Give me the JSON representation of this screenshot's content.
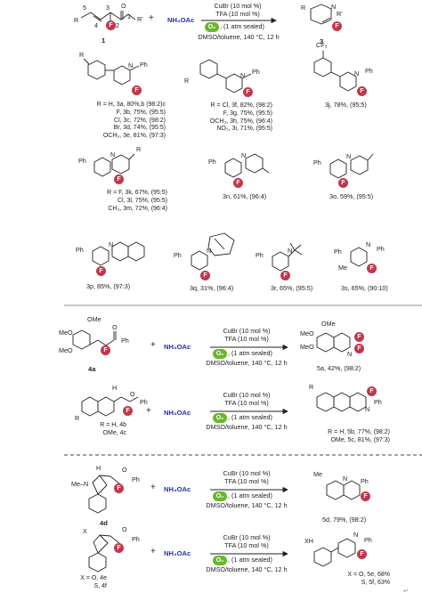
{
  "top": {
    "cond1": "CuBr (10 mol %)",
    "cond2": "TFA (10 mol %)",
    "cond3": ", (1 atm sealed)",
    "cond4": "DMSO/toluene, 140 °C, 12 h",
    "reagent": "NH₄OAc",
    "sm_label": "1",
    "prod_label": "3",
    "atoms": {
      "R": "R",
      "Rp": "R'",
      "n5": "5",
      "n4": "4",
      "n3": "3",
      "n2": "2",
      "n1": "1",
      "O": "O",
      "N": "N"
    }
  },
  "o2_label": "O₂",
  "f_label": "F",
  "ph": "Ph",
  "products": {
    "g3a": [
      "R = H, 3a, 80%,b (98:2)c",
      "F, 3b, 75%, (95:5)",
      "Cl, 3c, 72%, (98:2)",
      "Br, 3d, 74%, (95:5)",
      "OCH₃, 3e, 81%, (97:3)"
    ],
    "g3f": [
      "R = Cl, 3f, 82%, (98:2)",
      "F, 3g, 75%, (95:5)",
      "OCH₃, 3h, 75%, (96:4)",
      "NO₂, 3i, 71%, (95:5)"
    ],
    "p3j": "3j, 78%, (95:5)",
    "cf3": "CF₃",
    "g3k": [
      "R = F, 3k, 67%, (95:5)",
      "Cl, 3l, 75%, (95:5)",
      "CH₃, 3m, 72%, (96:4)"
    ],
    "p3n": "3n, 61%, (96:4)",
    "p3o": "3o, 59%, (95:5)",
    "p3p": "3p, 85%, (97:3)",
    "p3q": "3q, 31%, (96:4)",
    "p3r": "3r, 65%, (95:5)",
    "p3s": "3s, 65%, (90:10)",
    "me": "Me"
  },
  "rxn4a": {
    "sm": "4a",
    "prod": "5a, 42%, (98:2)",
    "ome": "OMe",
    "meo": "MeO"
  },
  "rxn4b": {
    "sm": [
      "R = H, 4b",
      "OMe, 4c"
    ],
    "prod": [
      "R = H, 5b, 77%, (98:2)",
      "OMe, 5c, 81%, (97:3)"
    ],
    "h": "H",
    "r": "R"
  },
  "rxn4d": {
    "sm": "4d",
    "prod": "5d, 79%, (98:2)",
    "me_n": "Me–N",
    "me": "Me"
  },
  "rxn4e": {
    "sm": [
      "X = O, 4e",
      "S, 4f"
    ],
    "prod": [
      "X = O, 5e, 68%",
      "S, 5f, 63%"
    ],
    "x": "X",
    "xh": "XH"
  },
  "corner_mark": "↵"
}
